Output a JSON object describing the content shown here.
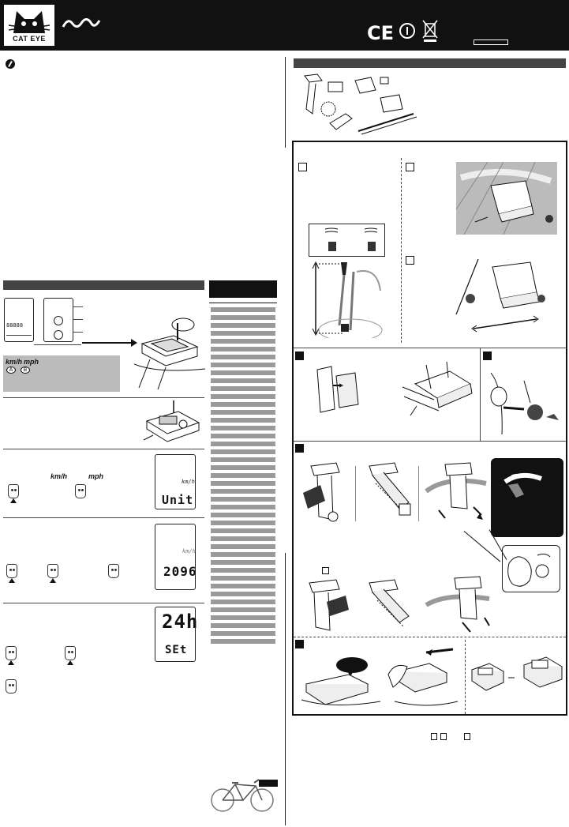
{
  "brand": {
    "logo_text": "CAT EYE"
  },
  "displays": {
    "unit": {
      "unit_top": "km/h",
      "main": "Unit"
    },
    "wheel": {
      "unit_top": "km/h",
      "main": "2096"
    },
    "clock": {
      "main": "24h",
      "sub": "SEt"
    },
    "small_console": {
      "digits": "88888"
    }
  },
  "unit_options": {
    "kmh": "km/h",
    "mph": "mph"
  },
  "gray_box": {
    "kmh": "km/h",
    "mph": "mph",
    "a": "A",
    "b": "B"
  },
  "colors": {
    "header_bg": "#111111",
    "bar_bg": "#444444",
    "table_rows": "#999999",
    "gray_panel": "#bbbbbb"
  },
  "icons": [
    "cateye-logo-icon",
    "ce-mark-icon",
    "power-symbol-icon",
    "weee-bin-icon",
    "caution-icon",
    "button-icon",
    "bicycle-icon"
  ]
}
